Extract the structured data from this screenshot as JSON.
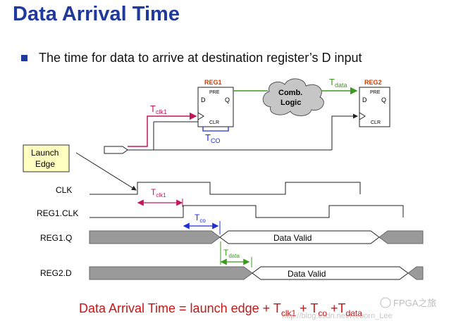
{
  "title": "Data Arrival Time",
  "bullet": "The time for data to arrive at destination register’s D input",
  "reg1": {
    "name": "REG1",
    "pre": "PRE",
    "d": "D",
    "q": "Q",
    "clr": "CLR"
  },
  "reg2": {
    "name": "REG2",
    "pre": "PRE",
    "d": "D",
    "q": "Q",
    "clr": "CLR"
  },
  "comb_logic": [
    "Comb.",
    "Logic"
  ],
  "labels": {
    "tclk1": {
      "base": "T",
      "sub": "clk1"
    },
    "tco": {
      "base": "T",
      "sub": "CO"
    },
    "tdata": {
      "base": "T",
      "sub": "data"
    },
    "tclk1_wave": {
      "base": "T",
      "sub": "clk1"
    },
    "tco_wave": {
      "base": "T",
      "sub": "co"
    },
    "tdata_wave": {
      "base": "T",
      "sub": "data"
    }
  },
  "launch_edge": [
    "Launch",
    "Edge"
  ],
  "signals": [
    "CLK",
    "REG1.CLK",
    "REG1.Q",
    "REG2.D"
  ],
  "data_valid": "Data Valid",
  "formula": {
    "text": "Data Arrival Time = launch edge + T",
    "s1": "clk1",
    "p2": " + T",
    "s2": "co",
    "p3": " +T",
    "s3": "data"
  },
  "watermark": "http://blog.csdn.net/Reborn_Lee",
  "watermark_brand": "FPGA之旅",
  "colors": {
    "title": "#1f3a9c",
    "clk_path": "#c0185c",
    "co": "#1f2fd6",
    "data": "#3c9a1e",
    "reg_name": "#d23c00",
    "formula": "#c81414",
    "launch_box": "#ffffc0"
  }
}
